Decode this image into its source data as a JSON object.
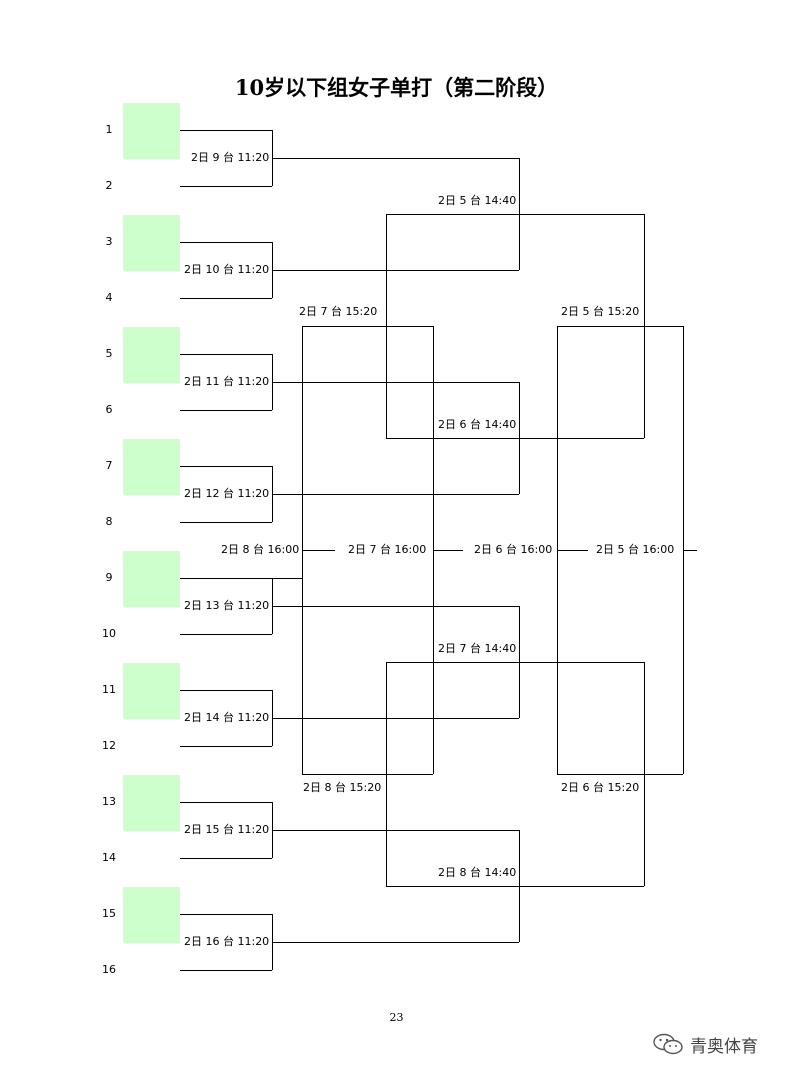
{
  "title": "10岁以下组女子单打（第二阶段）",
  "slots": [
    "1",
    "2",
    "3",
    "4",
    "5",
    "6",
    "7",
    "8",
    "9",
    "10",
    "11",
    "12",
    "13",
    "14",
    "15",
    "16"
  ],
  "round1": [
    "2日 9 台 11:20",
    "2日 10 台 11:20",
    "2日 11 台 11:20",
    "2日 12 台 11:20",
    "2日 13 台 11:20",
    "2日 14 台 11:20",
    "2日 15 台 11:20",
    "2日 16 台 11:20"
  ],
  "round2": [
    "2日 5 台 14:40",
    "2日 6 台 14:40",
    "2日 7 台 14:40",
    "2日 8 台 14:40"
  ],
  "round3": [
    "2日 7 台 15:20",
    "2日 5 台 15:20",
    "2日 8 台 15:20",
    "2日 6 台 15:20"
  ],
  "round4": [
    "2日 8 台 16:00",
    "2日 7 台 16:00",
    "2日 6 台 16:00",
    "2日 5 台 16:00"
  ],
  "page_number": "23",
  "watermark": "青奥体育",
  "colors": {
    "seed_fill": "#ccffcc",
    "line": "#000000"
  }
}
